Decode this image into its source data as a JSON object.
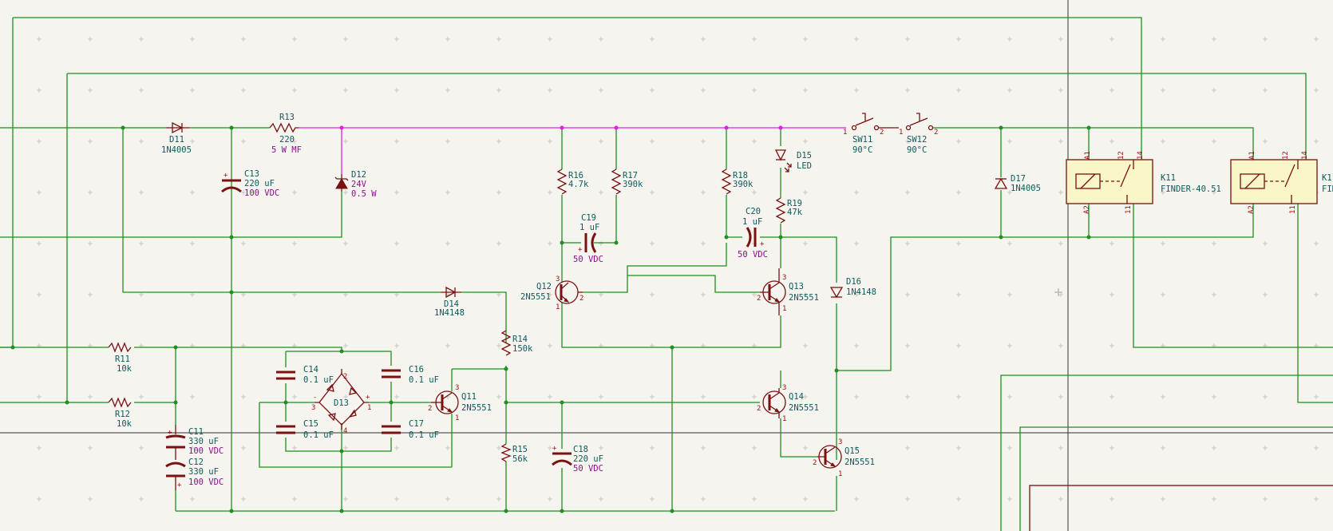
{
  "components": {
    "D11": {
      "ref": "D11",
      "value": "1N4005"
    },
    "R13": {
      "ref": "R13",
      "value": "220",
      "value2": "5 W MF"
    },
    "C13": {
      "ref": "C13",
      "value": "220 uF",
      "value2": "100 VDC"
    },
    "D12": {
      "ref": "D12",
      "value": "24V",
      "value2": "0.5 W"
    },
    "D14": {
      "ref": "D14",
      "value": "1N4148"
    },
    "R16": {
      "ref": "R16",
      "value": "4.7k"
    },
    "R17": {
      "ref": "R17",
      "value": "390k"
    },
    "C19": {
      "ref": "C19",
      "value": "1 uF",
      "value2": "50 VDC"
    },
    "Q12": {
      "ref": "Q12",
      "value": "2N5551"
    },
    "R18": {
      "ref": "R18",
      "value": "390k"
    },
    "D15": {
      "ref": "D15",
      "value": "LED"
    },
    "R19": {
      "ref": "R19",
      "value": "47k"
    },
    "C20": {
      "ref": "C20",
      "value": "1 uF",
      "value2": "50 VDC"
    },
    "Q13": {
      "ref": "Q13",
      "value": "2N5551"
    },
    "D16": {
      "ref": "D16",
      "value": "1N4148"
    },
    "SW11": {
      "ref": "SW11",
      "value": "90°C"
    },
    "SW12": {
      "ref": "SW12",
      "value": "90°C"
    },
    "D17": {
      "ref": "D17",
      "value": "1N4005"
    },
    "K11": {
      "ref": "K11",
      "value": "FINDER-40.51"
    },
    "K12": {
      "ref": "K1",
      "value": "FIN"
    },
    "R11": {
      "ref": "R11",
      "value": "10k"
    },
    "R12": {
      "ref": "R12",
      "value": "10k"
    },
    "C11": {
      "ref": "C11",
      "value": "330 uF",
      "value2": "100 VDC"
    },
    "C12": {
      "ref": "C12",
      "value": "330 uF",
      "value2": "100 VDC"
    },
    "C14": {
      "ref": "C14",
      "value": "0.1 uF"
    },
    "C15": {
      "ref": "C15",
      "value": "0.1 uF"
    },
    "C16": {
      "ref": "C16",
      "value": "0.1 uF"
    },
    "C17": {
      "ref": "C17",
      "value": "0.1 uF"
    },
    "D13": {
      "ref": "D13"
    },
    "Q11": {
      "ref": "Q11",
      "value": "2N5551"
    },
    "R14": {
      "ref": "R14",
      "value": "150k"
    },
    "R15": {
      "ref": "R15",
      "value": "56k"
    },
    "C18": {
      "ref": "C18",
      "value": "220 uF",
      "value2": "50 VDC"
    },
    "Q14": {
      "ref": "Q14",
      "value": "2N5551"
    },
    "Q15": {
      "ref": "Q15",
      "value": "2N5551"
    }
  },
  "pins": {
    "one": "1",
    "two": "2",
    "three": "3",
    "four": "4",
    "plus": "+",
    "minus": "-",
    "a1": "A1",
    "a2": "A2",
    "p11": "11",
    "p12": "12",
    "p14": "14"
  },
  "colors": {
    "background": "#f5f4ef",
    "wire": "#1f8f1f",
    "highlight_wire": "#e020e0",
    "component": "#7a1010",
    "reference_text": "#0b5c5c",
    "value_text": "#8c0f8c",
    "relay_fill": "#fbf6c7"
  }
}
